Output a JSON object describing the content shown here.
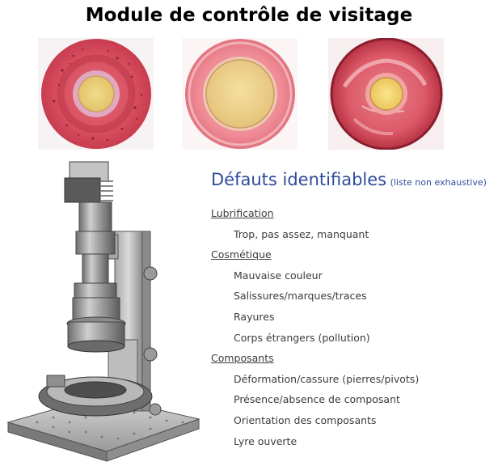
{
  "title": "Module de contrôle de visitage",
  "defects": {
    "heading": "Défauts identifiables",
    "note": "(liste non exhaustive)",
    "categories": [
      {
        "name": "Lubrification",
        "items": [
          "Trop, pas assez, manquant"
        ]
      },
      {
        "name": "Cosmétique",
        "items": [
          "Mauvaise couleur",
          "Salissures/marques/traces",
          "Rayures",
          "Corps étrangers (pollution)"
        ]
      },
      {
        "name": "Composants",
        "items": [
          "Déformation/cassure (pierres/pivots)",
          "Présence/absence de composant",
          "Orientation des composants",
          "Lyre ouverte"
        ]
      }
    ]
  },
  "colors": {
    "heading": "#2f4b9a",
    "jewel_red": "#d4525c",
    "jewel_center": "#e8d27a"
  }
}
